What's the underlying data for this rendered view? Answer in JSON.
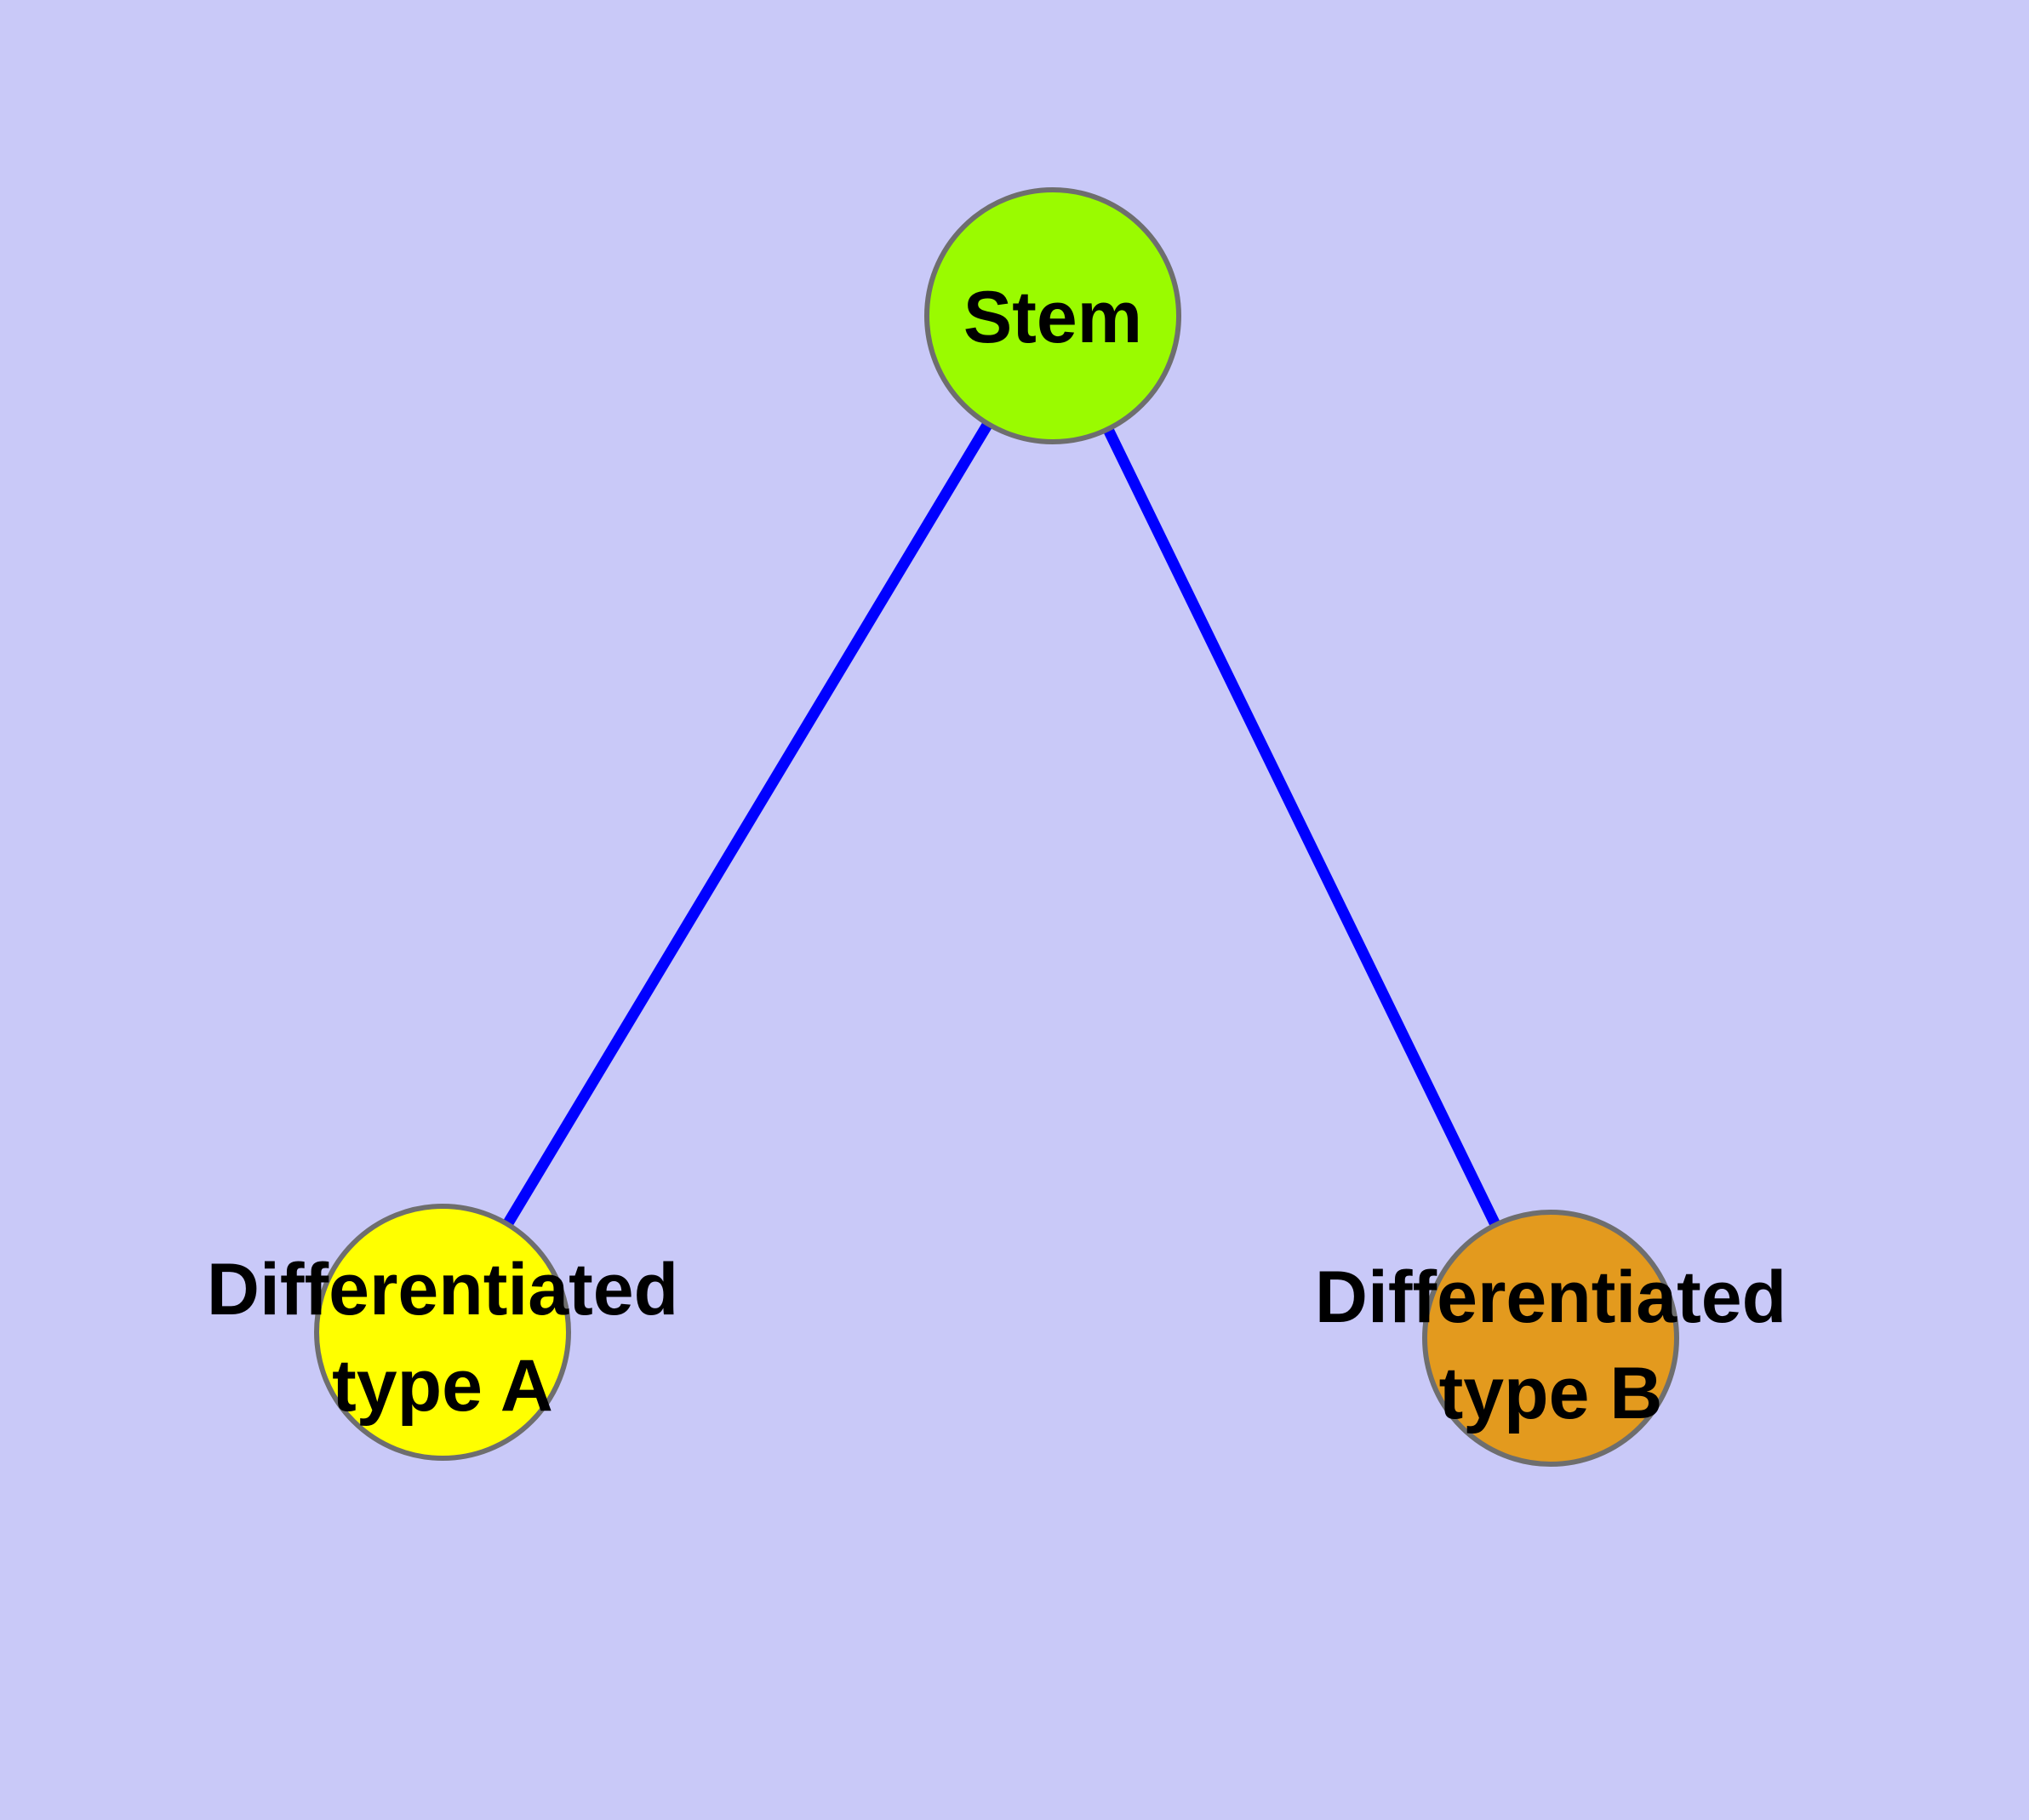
{
  "diagram": {
    "type": "node-link-graph",
    "description": "Cell differentiation tree: one stem node with two differentiated child nodes",
    "background_color": "#c9c9f8",
    "edge_color": "#0000ff",
    "node_border_color": "#6e6e6e",
    "text_color": "#000000",
    "nodes": [
      {
        "id": "stem",
        "label": "Stem",
        "fill": "#9afb00"
      },
      {
        "id": "differentiated-type-a",
        "label": "Differentiated type A",
        "label_lines": [
          "Differentiated",
          "type A"
        ],
        "fill": "#ffff00"
      },
      {
        "id": "differentiated-type-b",
        "label": "Differentiated type B",
        "label_lines": [
          "Differentiated",
          "type B"
        ],
        "fill": "#e39a1e"
      }
    ],
    "edges": [
      {
        "from": "Stem",
        "to": "Differentiated type A"
      },
      {
        "from": "Stem",
        "to": "Differentiated type B"
      }
    ]
  }
}
